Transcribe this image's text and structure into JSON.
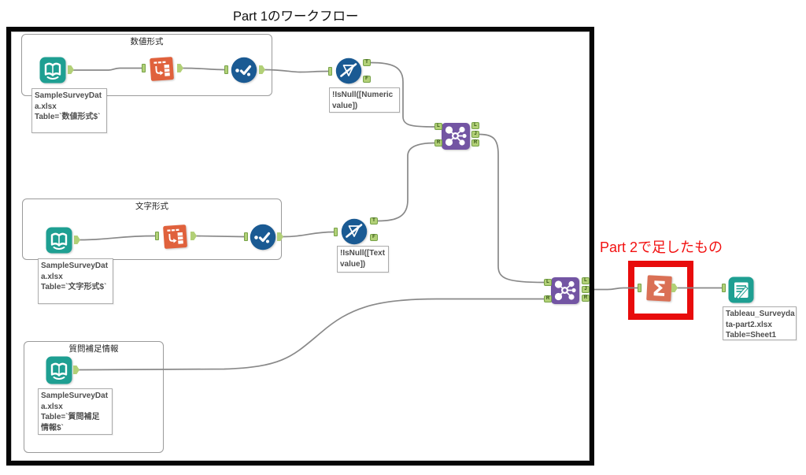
{
  "title": "Part 1のワークフロー",
  "part2_note": "Part 2で足したもの",
  "containers": {
    "numeric": {
      "label": "数値形式"
    },
    "text": {
      "label": "文字形式"
    },
    "supplement": {
      "label": "質問補足情報"
    }
  },
  "annotations": {
    "input_numeric": "SampleSurveyDat\na.xlsx\nTable=`数値形式$`",
    "input_text": "SampleSurveyDat\na.xlsx\nTable=`文字形式$`",
    "input_supplement": "SampleSurveyDat\na.xlsx\nTable=`質問補足\n情報$`",
    "filter_numeric": "!IsNull([Numeric\nvalue])",
    "filter_text": "!IsNull([Text\nvalue])",
    "output": "Tableau_Surveyda\nta-part2.xlsx\nTable=Sheet1"
  },
  "anchors": {
    "T": "T",
    "F": "F",
    "L": "L",
    "J": "J",
    "R": "R"
  },
  "colors": {
    "teal": "#1E9F92",
    "orange": "#E0613C",
    "blue": "#1A5A93",
    "purple": "#7355A3",
    "salmon": "#DA7055",
    "anchor_green": "#B2D077",
    "wire_gray": "#898989",
    "highlight_red": "#E80C0C",
    "note_red": "#F21111"
  }
}
